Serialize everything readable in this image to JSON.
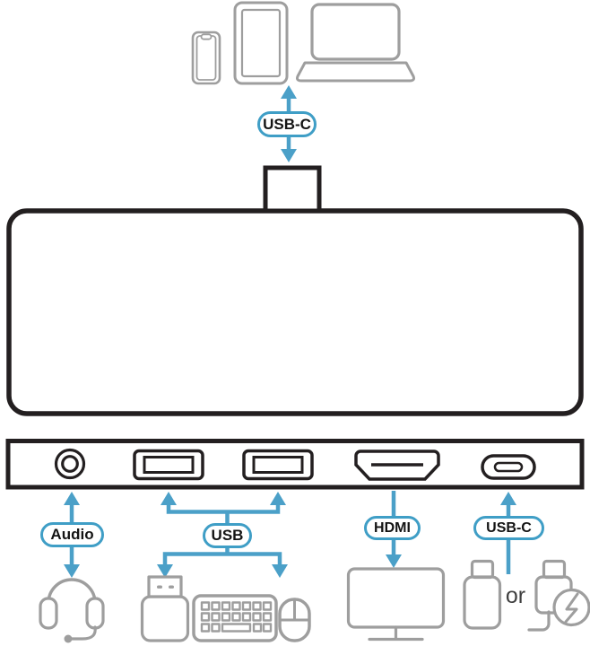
{
  "labels": {
    "host_connection": "USB-C",
    "audio": "Audio",
    "usb": "USB",
    "hdmi": "HDMI",
    "usbc_out": "USB-C",
    "or": "or"
  },
  "colors": {
    "accent_blue": "#4BA0C8",
    "pill_border": "#3F9EC6",
    "outline_black": "#231F20",
    "icon_gray": "#9E9E9E",
    "or_text": "#404040"
  },
  "icons": {
    "host_devices": [
      "smartphone-icon",
      "tablet-icon",
      "laptop-icon"
    ],
    "ports": [
      "audio-jack-port",
      "usb-a-port-1",
      "usb-a-port-2",
      "hdmi-port",
      "usbc-port"
    ],
    "peripherals": [
      "headset-icon",
      "usb-flash-drive-icon",
      "keyboard-icon",
      "mouse-icon",
      "monitor-icon",
      "usbc-device-icon",
      "usbc-charger-icon",
      "power-bolt-icon"
    ]
  }
}
